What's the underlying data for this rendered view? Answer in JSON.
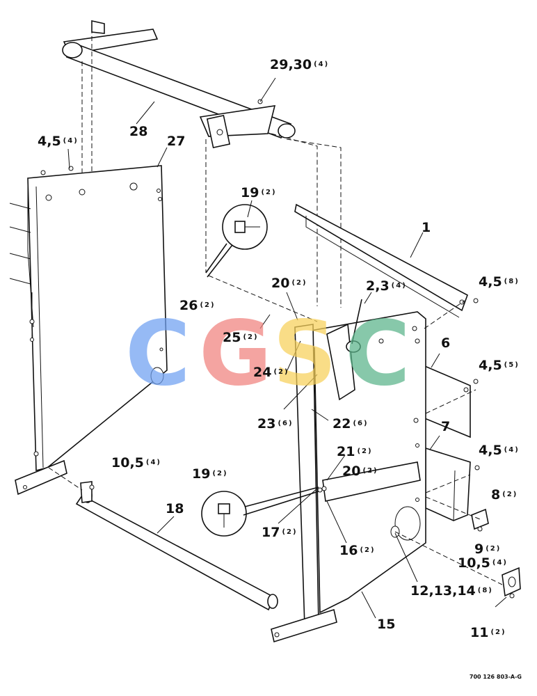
{
  "callouts": [
    {
      "id": "c-1",
      "num": "1",
      "qty": ""
    },
    {
      "id": "c-2",
      "num": "2,3",
      "qty": "(4)"
    },
    {
      "id": "c-3",
      "num": "4,5",
      "qty": "(4)"
    },
    {
      "id": "c-4",
      "num": "4,5",
      "qty": "(8)"
    },
    {
      "id": "c-5",
      "num": "4,5",
      "qty": "(5)"
    },
    {
      "id": "c-6",
      "num": "4,5",
      "qty": "(4)"
    },
    {
      "id": "c-7",
      "num": "6",
      "qty": ""
    },
    {
      "id": "c-8",
      "num": "7",
      "qty": ""
    },
    {
      "id": "c-9",
      "num": "8",
      "qty": "(2)"
    },
    {
      "id": "c-10",
      "num": "9",
      "qty": "(2)"
    },
    {
      "id": "c-11",
      "num": "10,5",
      "qty": "(4)"
    },
    {
      "id": "c-12",
      "num": "10,5",
      "qty": "(4)"
    },
    {
      "id": "c-13",
      "num": "11",
      "qty": "(2)"
    },
    {
      "id": "c-14",
      "num": "12,13,14",
      "qty": "(8)"
    },
    {
      "id": "c-15",
      "num": "15",
      "qty": ""
    },
    {
      "id": "c-16",
      "num": "16",
      "qty": "(2)"
    },
    {
      "id": "c-17",
      "num": "17",
      "qty": "(2)"
    },
    {
      "id": "c-18",
      "num": "18",
      "qty": ""
    },
    {
      "id": "c-19",
      "num": "19",
      "qty": "(2)"
    },
    {
      "id": "c-20",
      "num": "19",
      "qty": "(2)"
    },
    {
      "id": "c-21",
      "num": "20",
      "qty": "(2)"
    },
    {
      "id": "c-22",
      "num": "20",
      "qty": "(2)"
    },
    {
      "id": "c-23",
      "num": "21",
      "qty": "(2)"
    },
    {
      "id": "c-24",
      "num": "22",
      "qty": "(6)"
    },
    {
      "id": "c-25",
      "num": "23",
      "qty": "(6)"
    },
    {
      "id": "c-26",
      "num": "24",
      "qty": "(2)"
    },
    {
      "id": "c-27",
      "num": "25",
      "qty": "(2)"
    },
    {
      "id": "c-28",
      "num": "26",
      "qty": "(2)"
    },
    {
      "id": "c-29",
      "num": "27",
      "qty": ""
    },
    {
      "id": "c-30",
      "num": "28",
      "qty": ""
    },
    {
      "id": "c-31",
      "num": "29,30",
      "qty": "(4)"
    }
  ],
  "reference": "700 126 803-A-G",
  "watermark": {
    "letters": [
      "C",
      "G",
      "S",
      "C"
    ],
    "colors": [
      "#6ea0f2",
      "#f0827d",
      "#f8d15a",
      "#5ab48a"
    ]
  }
}
